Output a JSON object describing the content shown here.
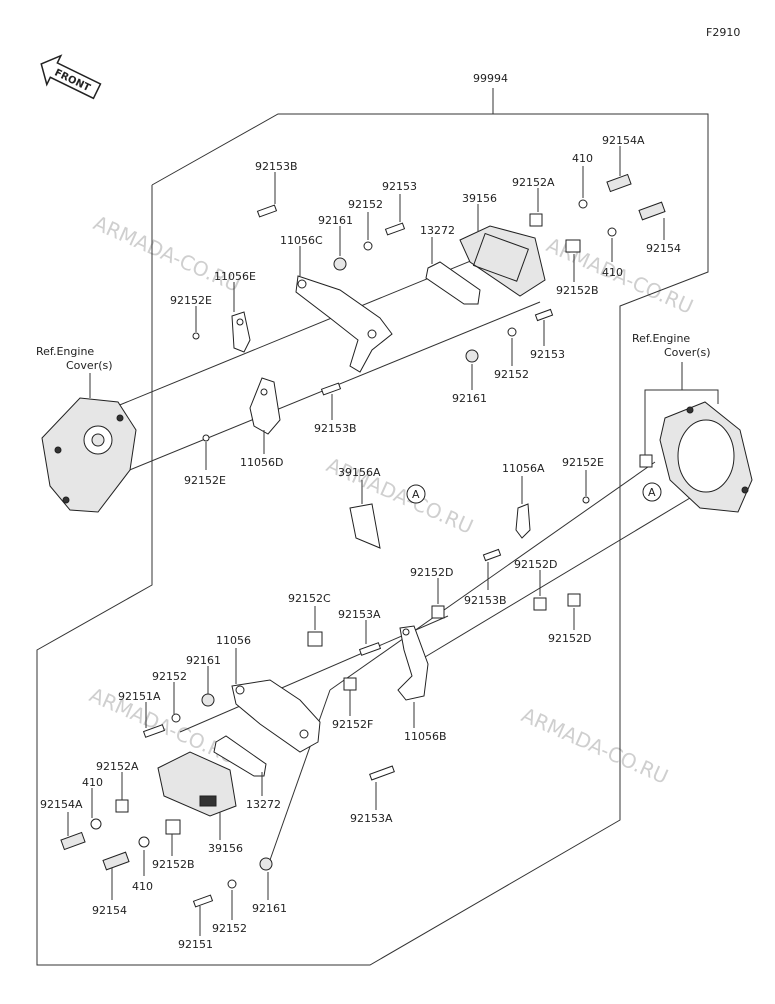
{
  "figure_id": "F2910",
  "front_label": "FRONT",
  "assembly_number": "99994",
  "ref_engine_cover": [
    "Ref.Engine",
    "Cover(s)"
  ],
  "callout": "A",
  "watermark": "ARMADA-CO.RU",
  "parts": {
    "p92153B_a": "92153B",
    "p92153_a": "92153",
    "p92152_a": "92152",
    "p92161_a": "92161",
    "p11056C": "11056C",
    "p13272_a": "13272",
    "p39156_a": "39156",
    "p92152A_a": "92152A",
    "p410_a": "410",
    "p92154A_a": "92154A",
    "p92154_a": "92154",
    "p410_b": "410",
    "p92152B_a": "92152B",
    "p11056E": "11056E",
    "p92152E_a": "92152E",
    "p92153_b": "92153",
    "p92152_b": "92152",
    "p92161_b": "92161",
    "p92153B_b": "92153B",
    "p11056D": "11056D",
    "p92152E_b": "92152E",
    "p39156A": "39156A",
    "p11056A": "11056A",
    "p92152E_c": "92152E",
    "p92152D_a": "92152D",
    "p92152D_b": "92152D",
    "p92153B_c": "92153B",
    "p92152D_c": "92152D",
    "p92152C": "92152C",
    "p92153A_a": "92153A",
    "p11056": "11056",
    "p92161_c": "92161",
    "p92152_c": "92152",
    "p92151A": "92151A",
    "p92152F": "92152F",
    "p11056B": "11056B",
    "p92152A_b": "92152A",
    "p410_c": "410",
    "p92154A_b": "92154A",
    "p13272_b": "13272",
    "p39156_b": "39156",
    "p92153A_b": "92153A",
    "p92152B_b": "92152B",
    "p410_d": "410",
    "p92154_b": "92154",
    "p92161_d": "92161",
    "p92152_d": "92152",
    "p92151": "92151"
  }
}
